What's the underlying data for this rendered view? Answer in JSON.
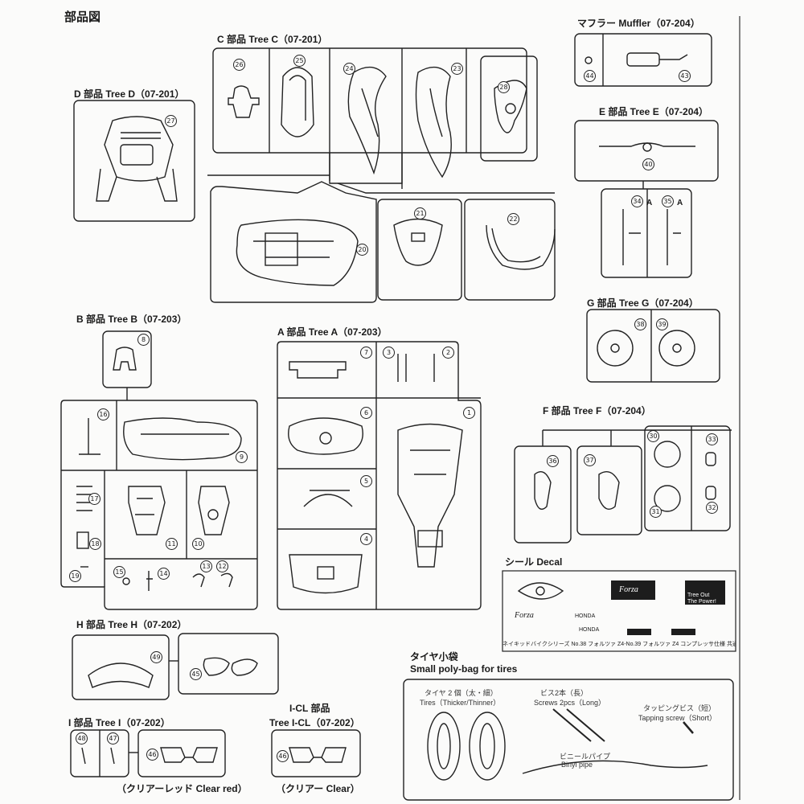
{
  "title": "部品図",
  "trees": {
    "c": "C 部品 Tree C（07-201）",
    "d": "D 部品 Tree D（07-201）",
    "b": "B 部品 Tree B（07-203）",
    "a": "A 部品 Tree A（07-203）",
    "h": "H 部品 Tree H（07-202）",
    "i": "I 部品 Tree I（07-202）",
    "icl1": "I-CL 部品",
    "icl2": "Tree I-CL（07-202）",
    "muffler": "マフラー Muffler（07-204）",
    "e": "E 部品 Tree E（07-204）",
    "g": "G 部品 Tree G（07-204）",
    "f": "F 部品 Tree F（07-204）"
  },
  "clear_red": "（クリアーレッド Clear red）",
  "clear": "（クリアー Clear）",
  "decal": {
    "title": "シール Decal",
    "brand1": "Forza",
    "brand2": "Forza",
    "logo_line1": "Tree Out",
    "logo_line2": "The Power!",
    "honda1": "HONDA",
    "honda2": "HONDA",
    "footer": "ネイキッドバイクシリーズ No.38 フォルツァ Z4-No.39 フォルツァ Z4 コンプレッサ仕様 共通"
  },
  "tires": {
    "title": "タイヤ小袋",
    "subtitle": "Small poly-bag for tires",
    "tires_jp": "タイヤ 2 個（太・細）",
    "tires_en": "Tires（Thicker/Thinner）",
    "screws_jp": "ビス2本（長）",
    "screws_en": "Screws 2pcs（Long）",
    "tapping_jp": "タッピングビス（短）",
    "tapping_en": "Tapping screw（Short）",
    "vinyl_jp": "ビニールパイプ",
    "vinyl_en": "Binyl pipe"
  },
  "part_numbers": {
    "p1": "1",
    "p2": "2",
    "p3": "3",
    "p4": "4",
    "p5": "5",
    "p6": "6",
    "p7": "7",
    "p8": "8",
    "p9": "9",
    "p10": "10",
    "p11": "11",
    "p12": "12",
    "p13": "13",
    "p14": "14",
    "p15": "15",
    "p16": "16",
    "p17": "17",
    "p18": "18",
    "p19": "19",
    "p20": "20",
    "p21": "21",
    "p22": "22",
    "p23": "23",
    "p24": "24",
    "p25": "25",
    "p26": "26",
    "p27": "27",
    "p28": "28",
    "p30": "30",
    "p31": "31",
    "p32": "32",
    "p33": "33",
    "p34": "34",
    "p35": "35",
    "p36": "36",
    "p37": "37",
    "p38": "38",
    "p39": "39",
    "p40": "40",
    "p43": "43",
    "p44": "44",
    "p45": "45",
    "p46a": "46",
    "p46b": "46",
    "p47": "47",
    "p48": "48",
    "p49": "49",
    "a34": "A",
    "a35": "A"
  }
}
